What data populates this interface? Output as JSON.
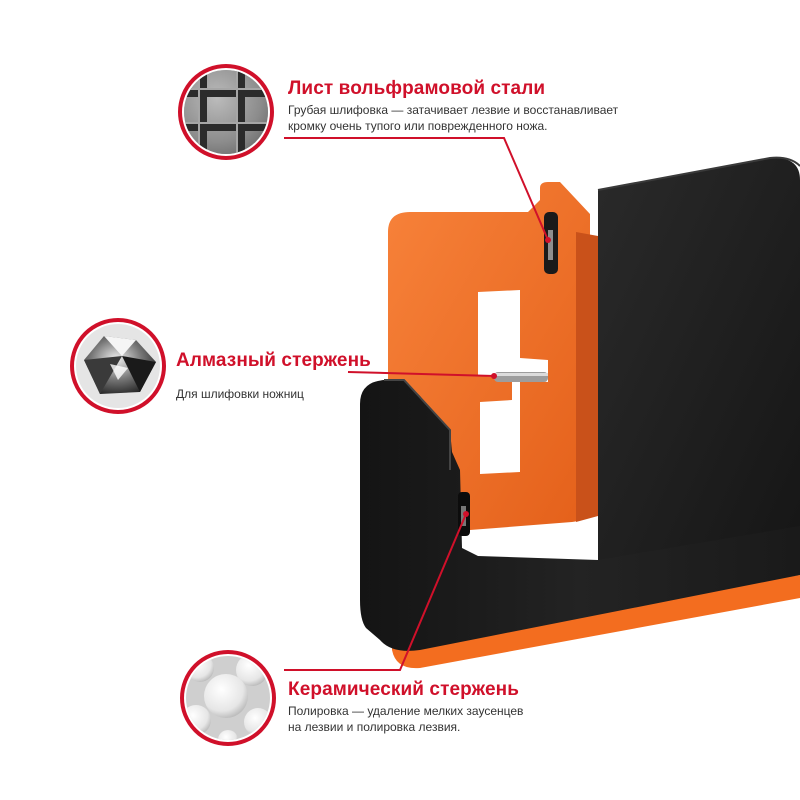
{
  "colors": {
    "accent": "#d0102a",
    "body": "#1c1c1c",
    "insert": "#f36d1f"
  },
  "callouts": [
    {
      "id": "tungsten",
      "title": "Лист вольфрамовой стали",
      "desc_lines": [
        "Грубая шлифовка — затачивает лезвие и восстанавливает",
        "кромку очень тупого или поврежденного ножа."
      ],
      "icon": "tungsten-mesh-icon"
    },
    {
      "id": "diamond",
      "title": "Алмазный стержень",
      "desc_lines": [
        "Для шлифовки ножниц"
      ],
      "icon": "diamond-rod-icon"
    },
    {
      "id": "ceramic",
      "title": "Керамический стержень",
      "desc_lines": [
        "Полировка — удаление мелких заусенцев",
        "на лезвии и полировка лезвия."
      ],
      "icon": "ceramic-balls-icon"
    }
  ]
}
